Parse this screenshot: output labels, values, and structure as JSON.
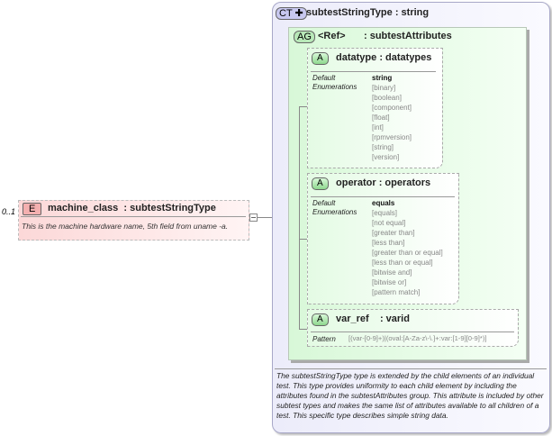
{
  "element": {
    "cardinality": "0..1",
    "badge": "E",
    "name": "machine_class",
    "type": ": subtestStringType",
    "doc": "This is the machine hardware name, 5th field from uname -a."
  },
  "complex_type": {
    "badge": "CT",
    "name": "subtestStringType",
    "base": ": string",
    "attribute_group": {
      "badge": "AG",
      "name": "<Ref>",
      "type": ": subtestAttributes",
      "attributes": [
        {
          "badge": "A",
          "name": "datatype",
          "type": ": datatypes",
          "default_label": "Default",
          "default": "string",
          "enum_label": "Enumerations",
          "enumerations": [
            "[binary]",
            "[boolean]",
            "[component]",
            "[float]",
            "[int]",
            "[rpmversion]",
            "[string]",
            "[version]"
          ]
        },
        {
          "badge": "A",
          "name": "operator",
          "type": ": operators",
          "default_label": "Default",
          "default": "equals",
          "enum_label": "Enumerations",
          "enumerations": [
            "[equals]",
            "[not equal]",
            "[greater than]",
            "[less than]",
            "[greater than or equal]",
            "[less than or equal]",
            "[bitwise and]",
            "[bitwise or]",
            "[pattern match]"
          ]
        },
        {
          "badge": "A",
          "name": "var_ref",
          "type": ": varid",
          "pattern_label": "Pattern",
          "pattern": "[(var-[0-9]+)|(oval:[A-Za-z\\-\\.]+:var:[1-9][0-9]*)]"
        }
      ]
    },
    "doc": "The subtestStringType type is extended by the child elements of an individual test.  This type provides uniformity to each child element by including the attributes found in the subtestAttributes group.  This attribute is included by other subtest types and makes the same list of attributes available to all children of a test.  This specific type describes simple string data."
  }
}
